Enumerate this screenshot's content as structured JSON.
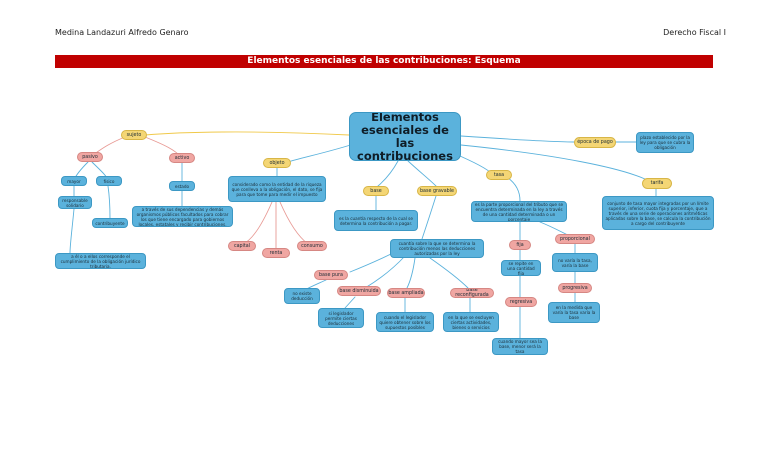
{
  "header": {
    "author": "Medina Landazuri Alfredo Genaro",
    "course": "Derecho Fiscal I",
    "banner": "Elementos esenciales de las contribuciones: Esquema"
  },
  "map": {
    "central": "Elementos esenciales de las contribuciones",
    "sujeto": "sujeto",
    "pasivo": "pasivo",
    "activo": "activo",
    "mayor": "mayor",
    "fisico": "físico",
    "responsable": "responsable solidario",
    "contribuyente": "contribuyente",
    "estado": "estado",
    "estado_desc": "a través de sus dependencias y demás organismos públicos facultados para cobrar los que tiene encargado para gobiernos locales, estatales y recibir contribuciones.",
    "pasivo_desc": "a él o a ellos corresponde el cumplimiento de la obligación jurídico tributaria.",
    "objeto": "objeto",
    "objeto_desc": "considerado como la entidad de la riqueza que conlleva a la obligación, el dato, se fija para que tome para medir el impuesto",
    "capital": "capital",
    "renta": "renta",
    "consumo": "consumo",
    "base": "base",
    "base_desc": "es la cuantía respecto de la cual se determina la contribución a pagar.",
    "base_gravable": "base gravable",
    "base_gravable_desc": "cuantía sobre la que se determina la contribución menos las deducciones autorizadas por la ley",
    "base_pura": "base pura",
    "base_pura_desc": "no existe deducción",
    "base_disminuida": "base disminuida",
    "base_disminuida_desc": "si legislador permite ciertas deducciones",
    "base_ampliada": "base ampliada",
    "base_ampliada_desc": "cuando el legislador quiere obtener sobre los supuestos posibles",
    "base_reconfigurada": "base reconfigurada",
    "base_reconfigurada_desc": "en la que se excluyen ciertas actividades, bienes o servicios",
    "tasa": "tasa",
    "tasa_desc": "es la parte proporcional del tributo que se encuentra determinada en la ley a través de una cantidad determinada o un porcentaje",
    "fija": "fija",
    "fija_desc": "se repite en una cantidad fija",
    "regresiva": "regresiva",
    "regresiva_desc": "cuando mayor sea la base, menor será la tasa",
    "proporcional": "proporcional",
    "proporcional_desc": "no varía la tasa, varía la base",
    "progresiva": "progresiva",
    "progresiva_desc": "en la medida que varía la tasa varía la base",
    "epoca": "época de pago",
    "epoca_desc": "plazo establecido por la ley para que se cubra la obligación",
    "tarifa": "tarifa",
    "tarifa_desc": "conjunto de tasa mayor integradas por un límite superior, inferior, cuota fija y porcentaje, que a través de una serie de operaciones aritméticas aplicadas sobre la base, se calcula la contribución a cargo del contribuyente"
  }
}
